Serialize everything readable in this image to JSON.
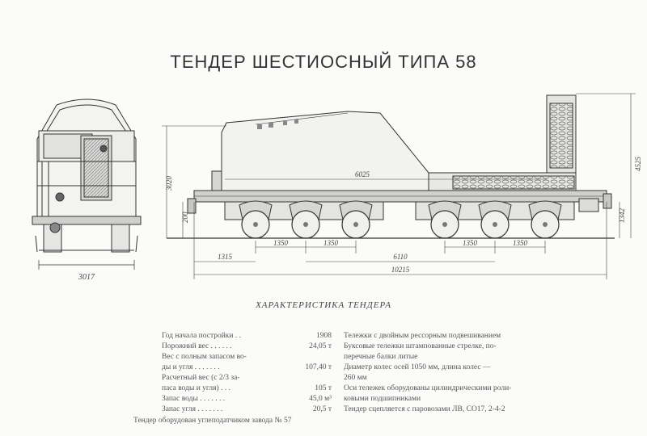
{
  "title": "ТЕНДЕР ШЕСТИОСНЫЙ ТИПА 58",
  "dimensions": {
    "front_width": "3017",
    "front_height": "3020",
    "overall_height": "4525",
    "tank_length": "6025",
    "side_height_small": "200",
    "axle_spacing_1": "1350",
    "axle_spacing_2": "1350",
    "axle_spacing_3": "1350",
    "axle_spacing_4": "1350",
    "bogie_base": "6110",
    "wheelbase_left": "1315",
    "overall_length": "10215",
    "coal_width": "1342"
  },
  "characteristics_title": "ХАРАКТЕРИСТИКА ТЕНДЕРА",
  "left_column": [
    {
      "label": "Год начала постройки . .",
      "value": "1908"
    },
    {
      "label": "Порожний вес . . . . . .",
      "value": "24,05 т"
    },
    {
      "label": "Вес с полным запасом во-",
      "value": ""
    },
    {
      "label": "ды и угля . . . . . . .",
      "value": "107,40 т"
    },
    {
      "label": "Расчетный вес (с 2/3 за-",
      "value": ""
    },
    {
      "label": "паса воды и угля) . . .",
      "value": "105 т"
    },
    {
      "label": "Запас воды . . . . . . .",
      "value": "45,0 м³"
    },
    {
      "label": "Запас угля . . . . . . .",
      "value": "20,5 т"
    }
  ],
  "right_column": [
    "Тележки с двойным рессорным подвешиванием",
    "Буксовые тележки штампованные стрелке, по-",
    "перечные балки литые",
    "Диаметр колес осей 1050 мм, длина колес —",
    "260 мм",
    "Оси тележек оборудованы цилиндрическими роли-",
    "ковыми подшипниками",
    "Тендер сцепляется с паровозами ЛВ, СО17, 2-4-2"
  ],
  "note": "Тендер оборудован углеподатчиком завода № 57"
}
